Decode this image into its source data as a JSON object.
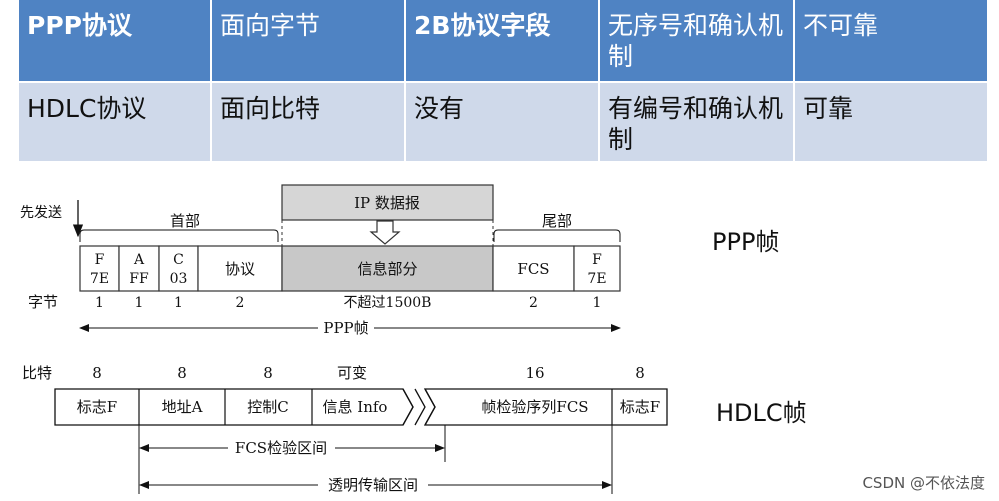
{
  "table": {
    "rows": [
      [
        "PPP协议",
        "面向字节",
        "2B协议字段",
        "无序号和确认机制",
        "不可靠"
      ],
      [
        "HDLC协议",
        "面向比特",
        "没有",
        "有编号和确认机制",
        "可靠"
      ]
    ],
    "colors": {
      "header_bg": "#4f83c3",
      "body_bg": "#cfd9ea",
      "header_text": "#ffffff"
    }
  },
  "ppp_frame": {
    "first_sent": "先发送",
    "ip_datagram": "IP 数据报",
    "header_label": "首部",
    "trailer_label": "尾部",
    "fields": [
      {
        "line1": "F",
        "line2": "7E"
      },
      {
        "line1": "A",
        "line2": "FF"
      },
      {
        "line1": "C",
        "line2": "03"
      },
      {
        "line1": "协议",
        "line2": ""
      },
      {
        "line1": "信息部分",
        "line2": ""
      },
      {
        "line1": "FCS",
        "line2": ""
      },
      {
        "line1": "F",
        "line2": "7E"
      }
    ],
    "bytes_label": "字节",
    "byte_counts": [
      "1",
      "1",
      "1",
      "2",
      "不超过1500B",
      "2",
      "1"
    ],
    "span_label": "PPP帧",
    "colors": {
      "info_bg": "#c8c8c8",
      "ip_bg": "#d6d6d6"
    }
  },
  "hdlc_frame": {
    "bits_label": "比特",
    "bit_counts": [
      "8",
      "8",
      "8",
      "可变",
      "16",
      "8"
    ],
    "fields": [
      "标志F",
      "地址A",
      "控制C",
      "信息 Info",
      "帧检验序列FCS",
      "标志F"
    ],
    "fcs_range_label": "FCS检验区间",
    "transparent_range_label": "透明传输区间"
  },
  "side_labels": {
    "ppp": "PPP帧",
    "hdlc": "HDLC帧"
  },
  "watermark": "CSDN @不依法度"
}
